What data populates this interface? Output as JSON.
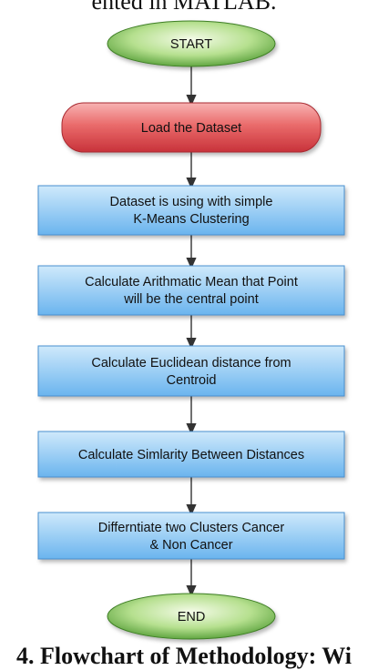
{
  "captions": {
    "top": "ented in MATLAB.",
    "bottom": "4. Flowchart of Methodology: Wi"
  },
  "flowchart": {
    "start": {
      "label": "START"
    },
    "load": {
      "label": "Load the Dataset"
    },
    "steps": [
      {
        "lines": [
          "Dataset is using with simple",
          "K-Means Clustering"
        ]
      },
      {
        "lines": [
          "Calculate Arithmatic Mean that Point",
          "will be the central point"
        ]
      },
      {
        "lines": [
          "Calculate Euclidean distance from",
          "Centroid"
        ]
      },
      {
        "lines": [
          "Calculate Simlarity Between Distances"
        ]
      },
      {
        "lines": [
          "Differntiate two Clusters Cancer",
          "& Non Cancer"
        ]
      }
    ],
    "end": {
      "label": "END"
    }
  },
  "colors": {
    "terminal_green": "#6cc04a",
    "load_red": "#e8505a",
    "process_blue": "#7cc0f0",
    "arrow": "#333333"
  }
}
